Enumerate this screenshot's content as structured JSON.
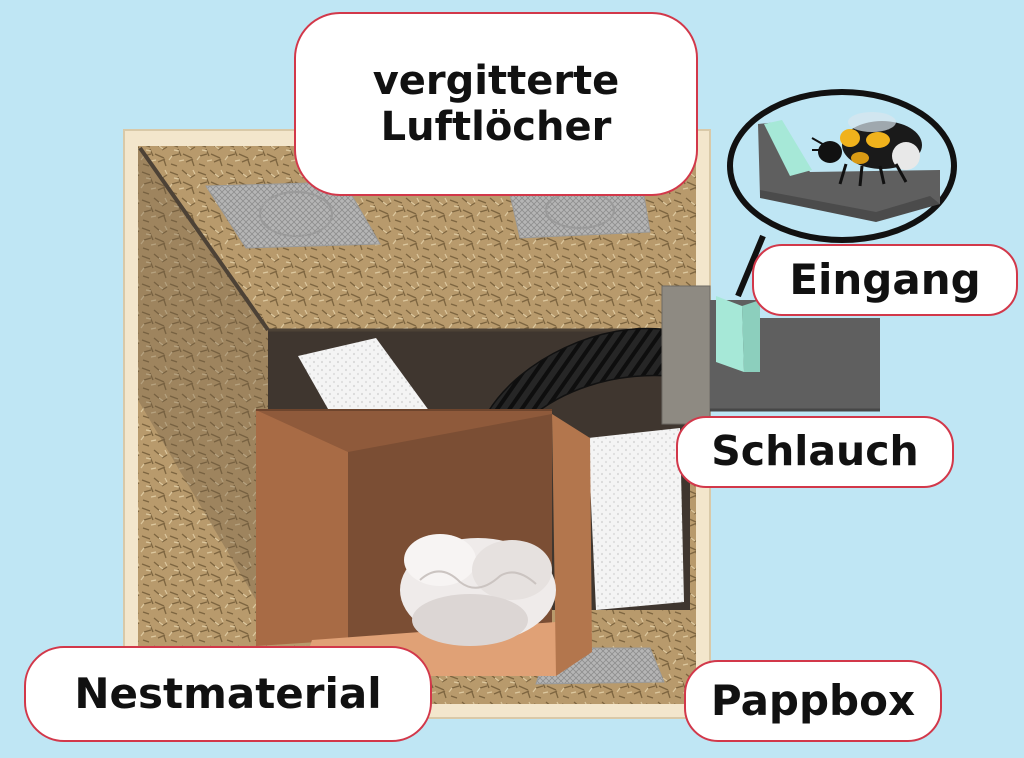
{
  "labels": {
    "luftloecher_line1": "vergitterte",
    "luftloecher_line2": "Luftlöcher",
    "eingang": "Eingang",
    "schlauch": "Schlauch",
    "nestmaterial": "Nestmaterial",
    "pappbox": "Pappbox"
  },
  "colors": {
    "background": "#bfe6f4",
    "label_border": "#d2384a",
    "label_fill": "#ffffff",
    "label_text": "#111111",
    "box_frame": "#f3e6cc",
    "wood_shavings": "#b89a6c",
    "cardboard": "#a86b45",
    "hose": "#1c1c1c"
  },
  "icons": [
    "bumblebee-icon"
  ]
}
